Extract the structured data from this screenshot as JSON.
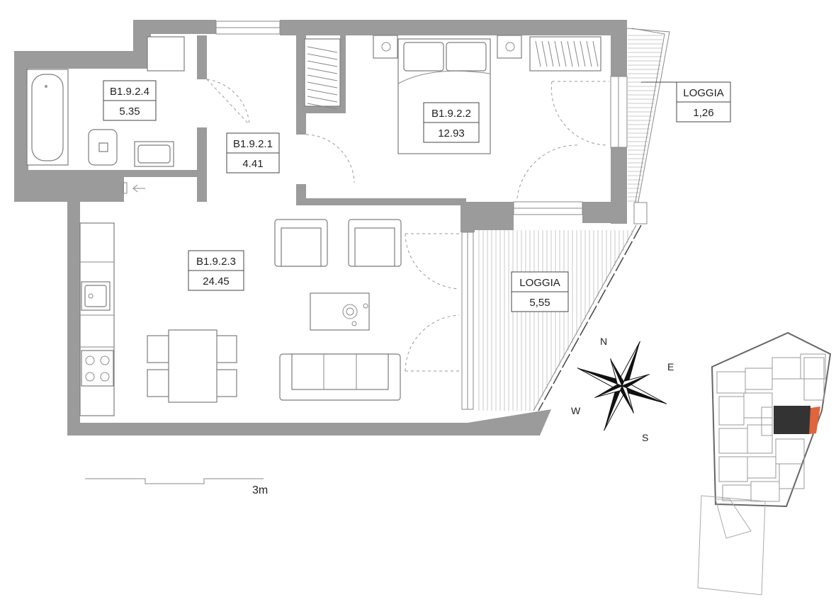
{
  "rooms": [
    {
      "id": "B1.9.2.4",
      "area": "5.35"
    },
    {
      "id": "B1.9.2.1",
      "area": "4.41"
    },
    {
      "id": "B1.9.2.2",
      "area": "12.93"
    },
    {
      "id": "B1.9.2.3",
      "area": "24.45"
    },
    {
      "id": "LOGGIA",
      "area": "5,55"
    },
    {
      "id": "LOGGIA",
      "area": "1,26"
    }
  ],
  "compass": {
    "n": "N",
    "e": "E",
    "s": "S",
    "w": "W"
  },
  "scale": {
    "label": "3m"
  },
  "colors": {
    "wall": "#9b9b9b",
    "unit_highlight": "#333333",
    "loggia_highlight": "#e0643c"
  }
}
